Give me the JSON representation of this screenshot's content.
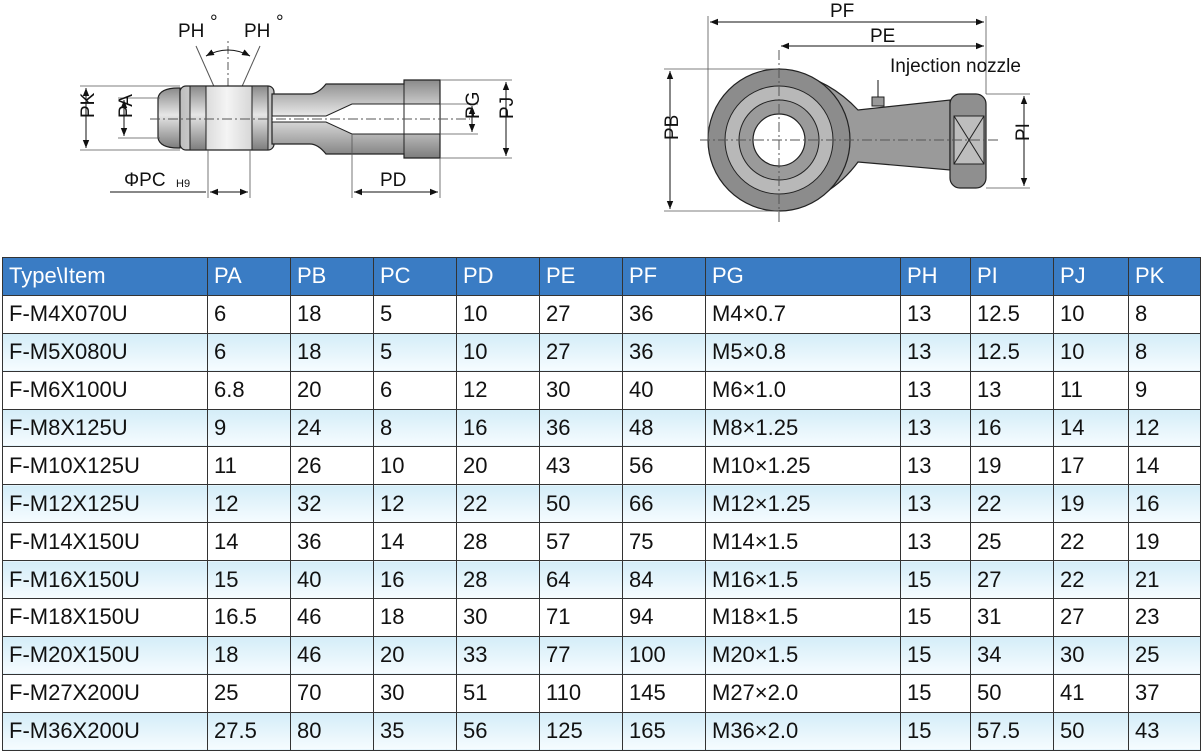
{
  "drawing_labels": {
    "ph_left": "PH",
    "ph_right": "PH",
    "degree": "°",
    "pk": "PK",
    "pa": "PA",
    "pg": "PG",
    "pj": "PJ",
    "pc": "ΦPC",
    "h9": "H9",
    "pd": "PD",
    "pf": "PF",
    "pe": "PE",
    "injection_nozzle": "Injection nozzle",
    "pb": "PB",
    "pi": "PI"
  },
  "table": {
    "headers": [
      "Type\\Item",
      "PA",
      "PB",
      "PC",
      "PD",
      "PE",
      "PF",
      "PG",
      "PH",
      "PI",
      "PJ",
      "PK"
    ],
    "rows": [
      [
        "F-M4X070U",
        "6",
        "18",
        "5",
        "10",
        "27",
        "36",
        "M4×0.7",
        "13",
        "12.5",
        "10",
        "8"
      ],
      [
        "F-M5X080U",
        "6",
        "18",
        "5",
        "10",
        "27",
        "36",
        "M5×0.8",
        "13",
        "12.5",
        "10",
        "8"
      ],
      [
        "F-M6X100U",
        "6.8",
        "20",
        "6",
        "12",
        "30",
        "40",
        "M6×1.0",
        "13",
        "13",
        "11",
        "9"
      ],
      [
        "F-M8X125U",
        "9",
        "24",
        "8",
        "16",
        "36",
        "48",
        "M8×1.25",
        "13",
        "16",
        "14",
        "12"
      ],
      [
        "F-M10X125U",
        "11",
        "26",
        "10",
        "20",
        "43",
        "56",
        "M10×1.25",
        "13",
        "19",
        "17",
        "14"
      ],
      [
        "F-M12X125U",
        "12",
        "32",
        "12",
        "22",
        "50",
        "66",
        "M12×1.25",
        "13",
        "22",
        "19",
        "16"
      ],
      [
        "F-M14X150U",
        "14",
        "36",
        "14",
        "28",
        "57",
        "75",
        "M14×1.5",
        "13",
        "25",
        "22",
        "19"
      ],
      [
        "F-M16X150U",
        "15",
        "40",
        "16",
        "28",
        "64",
        "84",
        "M16×1.5",
        "15",
        "27",
        "22",
        "21"
      ],
      [
        "F-M18X150U",
        "16.5",
        "46",
        "18",
        "30",
        "71",
        "94",
        "M18×1.5",
        "15",
        "31",
        "27",
        "23"
      ],
      [
        "F-M20X150U",
        "18",
        "46",
        "20",
        "33",
        "77",
        "100",
        "M20×1.5",
        "15",
        "34",
        "30",
        "25"
      ],
      [
        "F-M27X200U",
        "25",
        "70",
        "30",
        "51",
        "110",
        "145",
        "M27×2.0",
        "15",
        "50",
        "41",
        "37"
      ],
      [
        "F-M36X200U",
        "27.5",
        "80",
        "35",
        "56",
        "125",
        "165",
        "M36×2.0",
        "15",
        "57.5",
        "50",
        "43"
      ]
    ]
  },
  "colors": {
    "header_bg": "#3a7cc4",
    "header_text": "#ffffff",
    "alt_row_top": "#d4edf8",
    "alt_row_bottom": "#f6fcff",
    "body_steel": "#9a9a9a",
    "body_steel_light": "#d8d8d8"
  }
}
